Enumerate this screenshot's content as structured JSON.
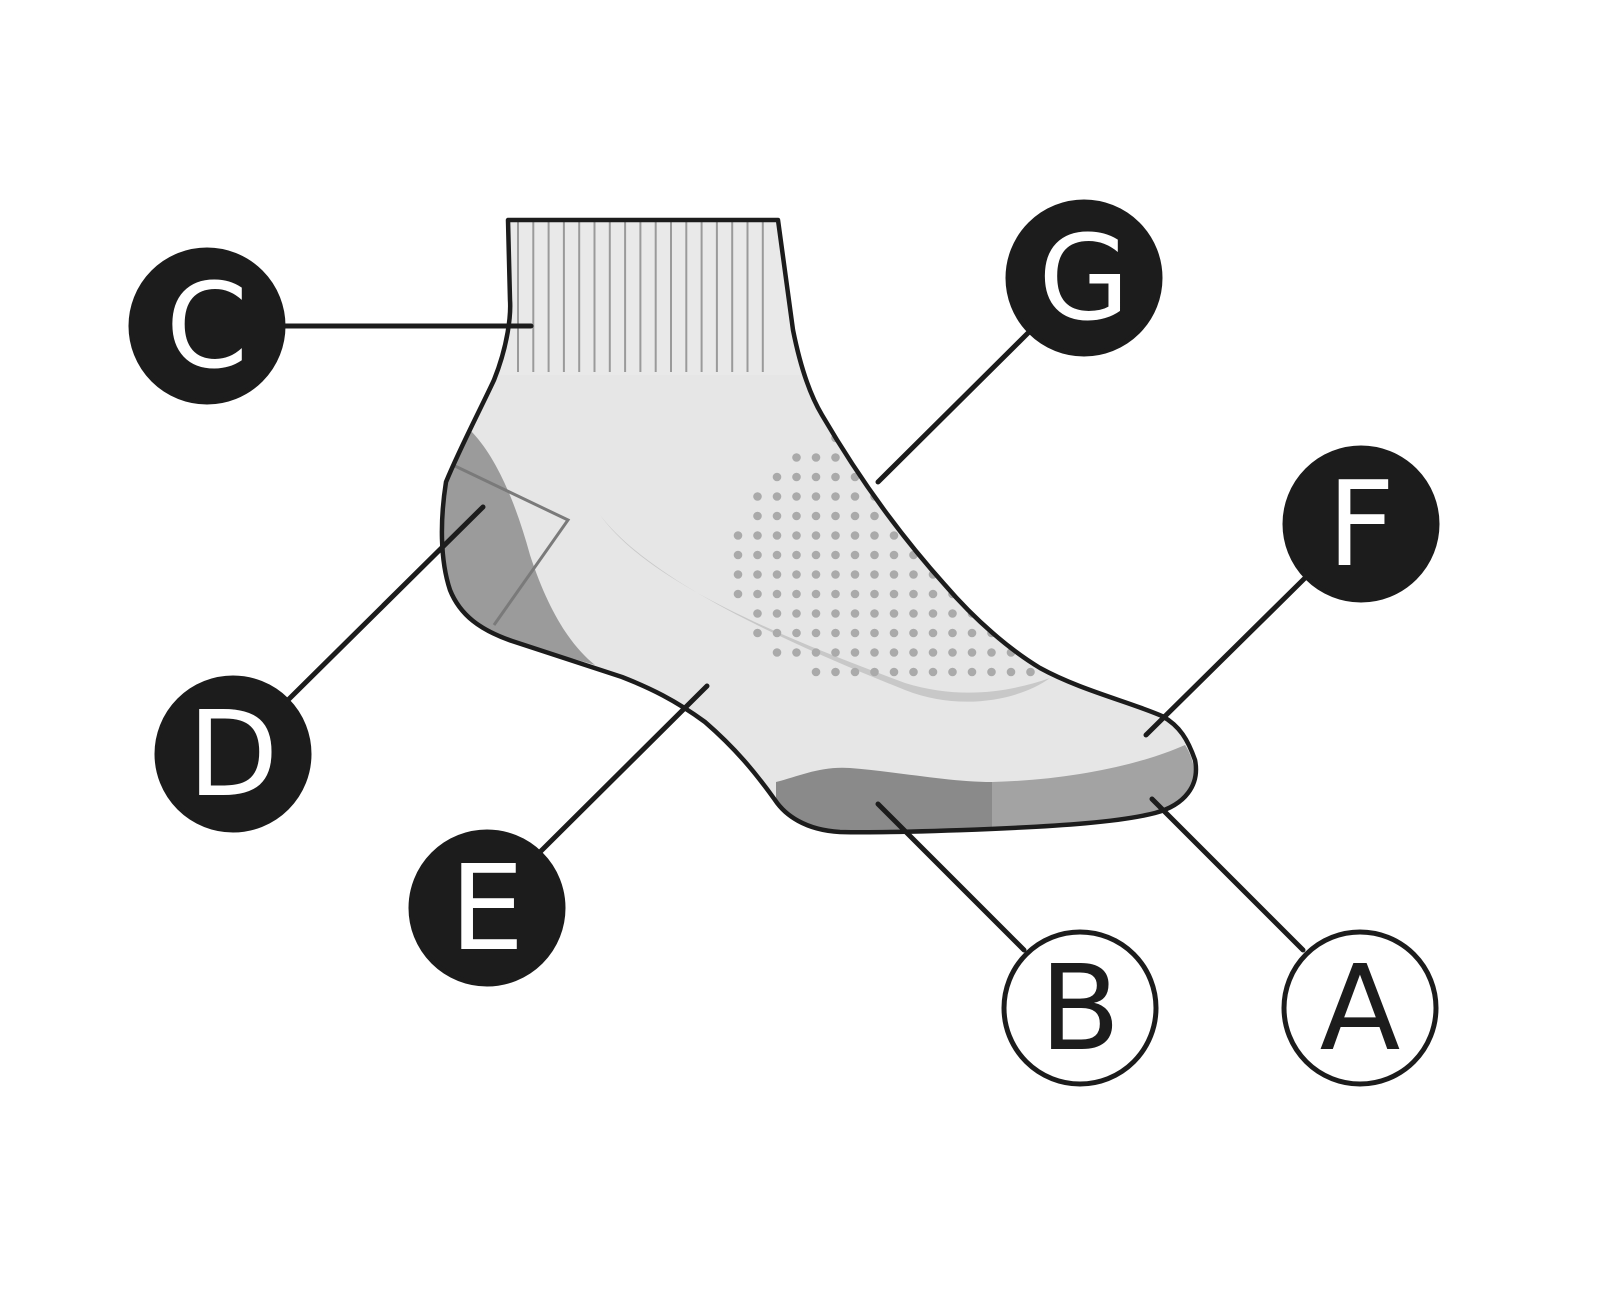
{
  "diagram": {
    "subject": "ankle-sock",
    "colors": {
      "outline": "#1c1c1c",
      "sock_body": "#e6e6e6",
      "cuff": "#e9e9e9",
      "heel": "#9b9b9b",
      "sole_mid": "#8a8a8a",
      "toe_sole": "#a3a3a3",
      "dots": "#aaaaaa",
      "callout_filled": "#1c1c1c",
      "callout_outline": "#ffffff"
    },
    "callouts": [
      {
        "id": "C",
        "label": "C",
        "style": "filled"
      },
      {
        "id": "G",
        "label": "G",
        "style": "filled"
      },
      {
        "id": "F",
        "label": "F",
        "style": "filled"
      },
      {
        "id": "D",
        "label": "D",
        "style": "filled"
      },
      {
        "id": "E",
        "label": "E",
        "style": "filled"
      },
      {
        "id": "B",
        "label": "B",
        "style": "outline"
      },
      {
        "id": "A",
        "label": "A",
        "style": "outline"
      }
    ]
  }
}
